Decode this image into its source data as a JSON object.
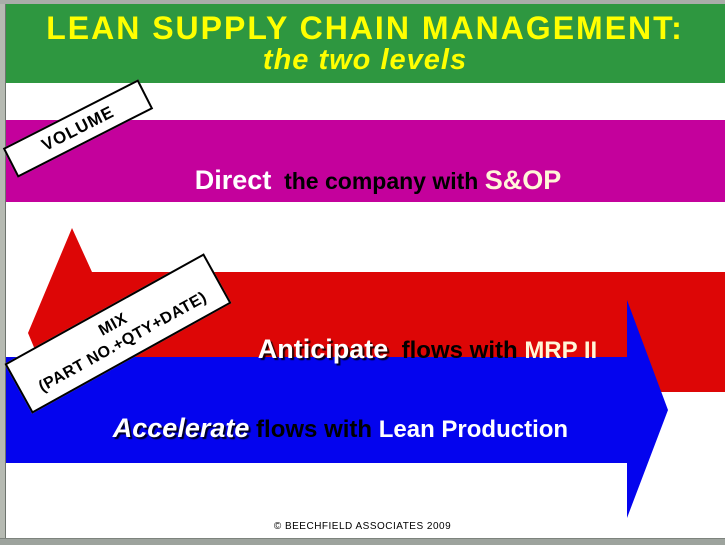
{
  "slide": {
    "title": "LEAN SUPPLY CHAIN MANAGEMENT:",
    "subtitle": "the two levels"
  },
  "tags": {
    "volume": "VOLUME",
    "mix_line1": "MIX",
    "mix_line2": "(PART NO.+QTY+DATE)"
  },
  "levels": {
    "direct": {
      "verb": "Direct",
      "middle": "  the company with ",
      "highlight": "S&OP"
    },
    "anticipate": {
      "verb": "Anticipate",
      "middle": "  flows with ",
      "highlight": "MRP II"
    },
    "accelerate": {
      "verb": "Accelerate",
      "middle": " flows with ",
      "highlight": "Lean Production"
    }
  },
  "footer": {
    "copyright": "© BEECHFIELD ASSOCIATES  2009"
  },
  "colors": {
    "banner_green": "#2e9740",
    "title_yellow": "#ffff00",
    "magenta": "#c4019c",
    "red": "#dd0606",
    "blue": "#0404ee",
    "cream": "#fff6d8",
    "white": "#ffffff"
  }
}
